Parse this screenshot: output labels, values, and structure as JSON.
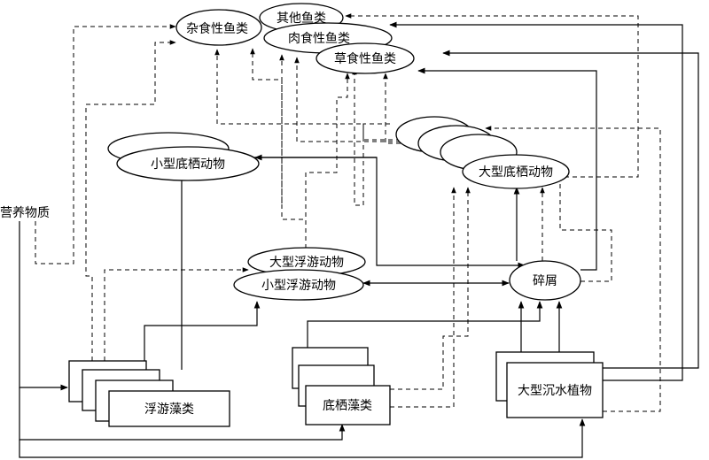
{
  "nodes": {
    "omnivorous_fish": "杂食性鱼类",
    "other_fish": "其他鱼类",
    "carnivorous_fish": "肉食性鱼类",
    "herbivorous_fish": "草食性鱼类",
    "small_benthos": "小型底栖动物",
    "large_benthos": "大型底栖动物",
    "large_zooplankton": "大型浮游动物",
    "small_zooplankton": "小型浮游动物",
    "detritus": "碎屑",
    "nutrients": "营养物质",
    "phytoplankton": "浮游藻类",
    "benthic_algae": "底栖藻类",
    "macrophytes": "大型沉水植物"
  },
  "legend": {
    "solid_line": "",
    "dashed_line": ""
  }
}
